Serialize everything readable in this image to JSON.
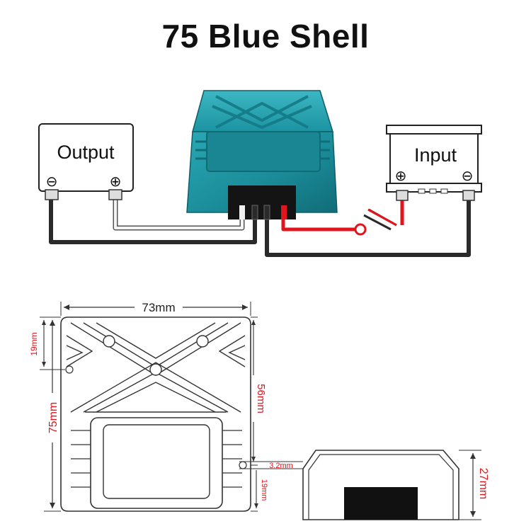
{
  "title": "75 Blue Shell",
  "wiring": {
    "output_label": "Output",
    "input_label": "Input",
    "symbols": {
      "minus": "⊖",
      "plus": "⊕"
    }
  },
  "dimensions": {
    "width": "73mm",
    "height": "75mm",
    "body_height": "56mm",
    "hole_offset_top": "19mm",
    "hole_offset_bottom": "19mm",
    "hole_diameter": "3.2mm",
    "thickness": "27mm"
  },
  "colors": {
    "shell": "#1e8f9c",
    "shell_dark": "#14707b",
    "wire_red": "#e0161c",
    "wire_black": "#2a2a2a",
    "wire_white": "#f2f2f2",
    "dimension_text": "#e0161c"
  }
}
